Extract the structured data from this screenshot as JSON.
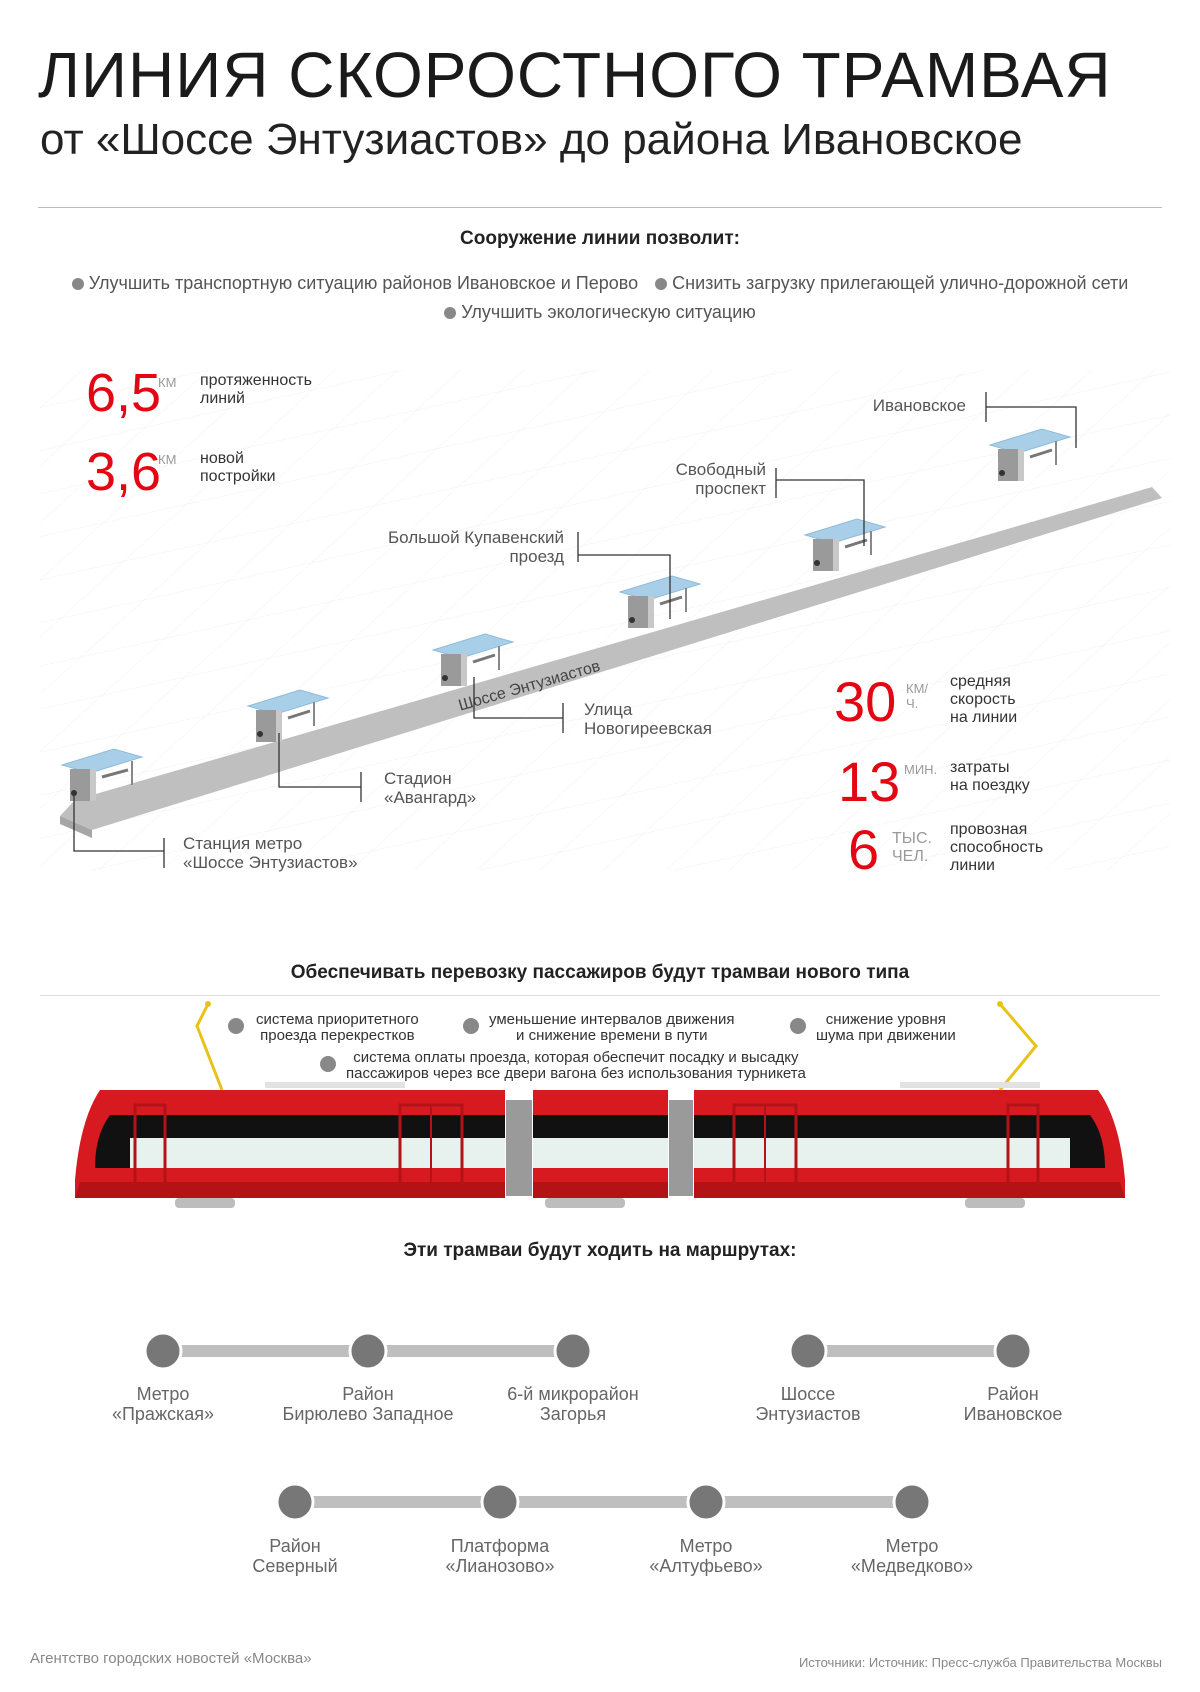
{
  "header": {
    "title": "ЛИНИЯ СКОРОСТНОГО ТРАМВАЯ",
    "subtitle": "от «Шоссе Энтузиастов» до района Ивановское"
  },
  "benefits": {
    "heading": "Сооружение линии позволит:",
    "items": [
      "Улучшить транспортную ситуацию районов Ивановское и Перово",
      "Снизить загрузку прилегающей улично-дорожной сети",
      "Улучшить экологическую ситуацию"
    ]
  },
  "left_stats": [
    {
      "value": "6,5",
      "unit": "КМ",
      "desc1": "протяженность",
      "desc2": "линий"
    },
    {
      "value": "3,6",
      "unit": "КМ",
      "desc1": "новой",
      "desc2": "постройки"
    }
  ],
  "right_stats": [
    {
      "value": "30",
      "unit1": "КМ/",
      "unit2": "Ч.",
      "desc": [
        "средняя",
        "скорость",
        "на линии"
      ]
    },
    {
      "value": "13",
      "unit1": "МИН.",
      "unit2": "",
      "desc": [
        "затраты",
        "на поездку"
      ]
    },
    {
      "value": "6",
      "unit1": "ТЫС.",
      "unit2": "ЧЕЛ.",
      "desc": [
        "провозная",
        "способность",
        "линии"
      ]
    }
  ],
  "road_label": "Шоссе Энтузиастов",
  "stations": [
    {
      "line1": "Станция метро",
      "line2": "«Шоссе Энтузиастов»"
    },
    {
      "line1": "Стадион",
      "line2": "«Авангард»"
    },
    {
      "line1": "Улица",
      "line2": "Новогиреевская"
    },
    {
      "line1": "Большой Купавенский",
      "line2": "проезд"
    },
    {
      "line1": "Свободный",
      "line2": "проспект"
    },
    {
      "line1": "Ивановское",
      "line2": ""
    }
  ],
  "tram_section": {
    "heading": "Обеспечивать перевозку пассажиров будут трамваи нового типа",
    "features": [
      {
        "line1": "система приоритетного",
        "line2": "проезда перекрестков"
      },
      {
        "line1": "уменьшение интервалов движения",
        "line2": "и снижение времени в пути"
      },
      {
        "line1": "снижение уровня",
        "line2": "шума при движении"
      },
      {
        "line1": "система оплаты проезда, которая обеспечит посадку и высадку",
        "line2": "пассажиров через все двери вагона без использования турникета"
      }
    ]
  },
  "routes": {
    "heading": "Эти трамваи будут ходить на маршрутах:",
    "route1": [
      {
        "line1": "Метро",
        "line2": "«Пражская»"
      },
      {
        "line1": "Район",
        "line2": "Бирюлево Западное"
      },
      {
        "line1": "6-й микрорайон",
        "line2": "Загорья"
      }
    ],
    "route2": [
      {
        "line1": "Шоссе",
        "line2": "Энтузиастов"
      },
      {
        "line1": "Район",
        "line2": "Ивановское"
      }
    ],
    "route3": [
      {
        "line1": "Район",
        "line2": "Северный"
      },
      {
        "line1": "Платформа",
        "line2": "«Лианозово»"
      },
      {
        "line1": "Метро",
        "line2": "«Алтуфьево»"
      },
      {
        "line1": "Метро",
        "line2": "«Медведково»"
      }
    ]
  },
  "footer": {
    "left": "Агентство городских новостей «Москва»",
    "right": "Источники: Источник: Пресс-служба Правительства Москвы"
  },
  "colors": {
    "accent": "#e30613",
    "road": "#bfbfbf",
    "shelter_roof": "#a9cfe8",
    "tram_body": "#d71920"
  }
}
